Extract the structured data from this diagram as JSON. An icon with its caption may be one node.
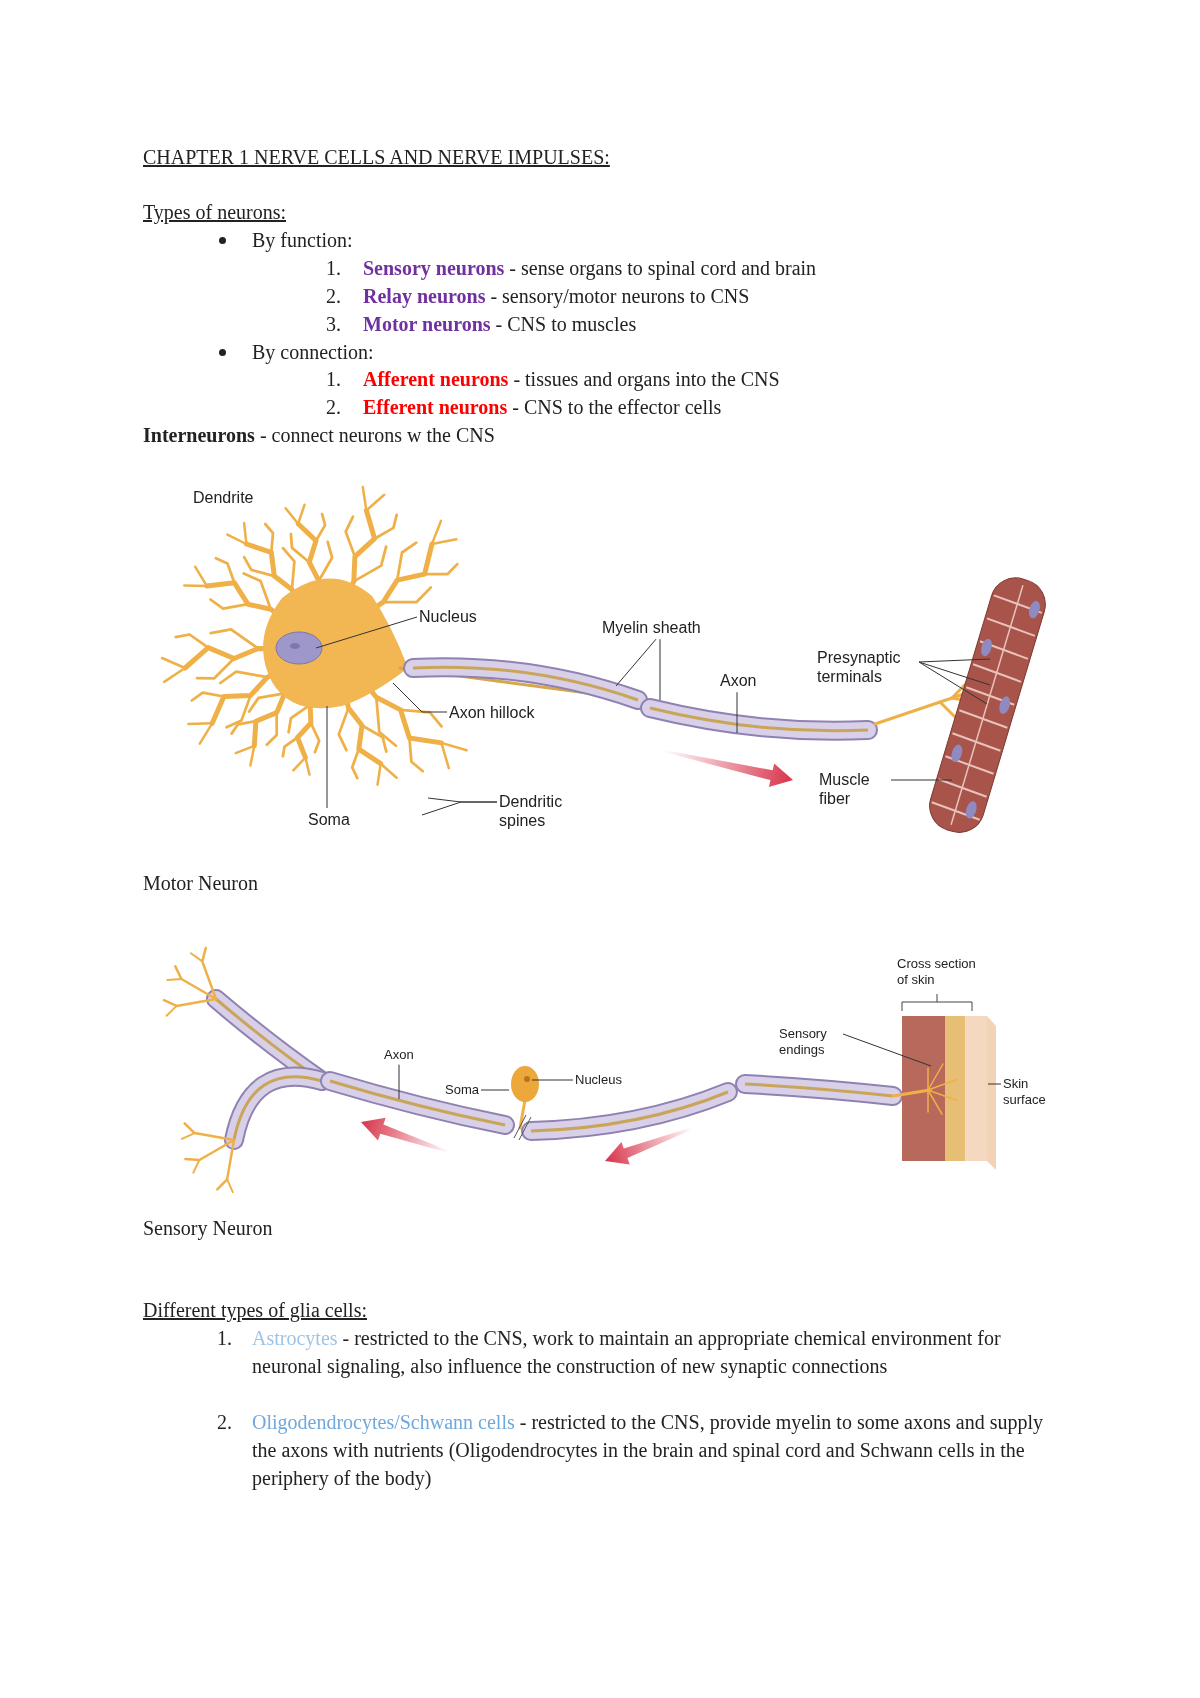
{
  "diagram": {
    "title": "CHAPTER 1 NERVE CELLS AND NERVE IMPULSES:",
    "nodes": [
      {
        "text": [
          "Nucleus"
        ]
      },
      {
        "text": [
          "Myelin sheath"
        ]
      },
      {
        "text": [
          "Presynaptic terminals"
        ]
      },
      {
        "text": [
          "Axon"
        ]
      },
      {
        "text": [
          "Axon hillock"
        ]
      },
      {
        "text": [
          "Muscle fiber"
        ]
      },
      {
        "text": [
          "Soma"
        ]
      },
      {
        "text": [
          "Dendritic spines"
        ]
      },
      {
        "text": [
          "Sensory endings"
        ]
      },
      {
        "text": [
          "Skin surface"
        ]
      },
      {
        "text": [
          "Axon"
        ]
      },
      {
        "text": [
          "Soma"
        ]
      },
      {
        "text": [
          "Nucleus"
        ]
      },
      {
        "text": [],
        "shape": "circle"
      },
      {
        "text": [],
        "shape": "circle",
        "in": 13
      }
    ],
    "edges": [
      {
        "from": 0,
        "to": null,
        "arrow": "none"
      },
      {
        "from": 1,
        "to": null,
        "arrow": "none"
      },
      {
        "from": 1,
        "to": null,
        "arrow": "none"
      },
      {
        "from": 2,
        "to": null,
        "arrow": "none"
      },
      {
        "from": 2,
        "to": null,
        "arrow": "none"
      },
      {
        "from": 2,
        "to": null,
        "arrow": "none"
      },
      {
        "from": 3,
        "to": null,
        "arrow": "none"
      },
      {
        "from": 4,
        "to": null,
        "arrow": "none"
      },
      {
        "from": 5,
        "to": null,
        "arrow": "none"
      },
      {
        "from": 6,
        "to": null,
        "arrow": "none"
      },
      {
        "from": 7,
        "to": null,
        "arrow": "none"
      },
      {
        "from": 7,
        "to": null,
        "arrow": "none"
      },
      {
        "from": 8,
        "to": null,
        "arrow": "none"
      },
      {
        "from": 9,
        "to": null,
        "arrow": "none"
      },
      {
        "from": 10,
        "to": null,
        "arrow": "none"
      },
      {
        "from": 11,
        "to": 13,
        "arrow": "none"
      },
      {
        "from": 12,
        "to": 14,
        "arrow": "none"
      }
    ],
    "labels": [
      "Types of neurons:",
      "By function:",
      "1.",
      "**Sensory neurons** - sense organs to spinal cord and brain",
      "2.",
      "**Relay neurons** - sensory/motor neurons to CNS",
      "3.",
      "**Motor neurons** - CNS to muscles",
      "By connection:",
      "1.",
      "**Afferent neurons** - tissues and organs into the CNS",
      "2.",
      "**Efferent neurons** - CNS to the effector cells",
      "**Interneurons** - connect neurons w the CNS",
      "Dendrite",
      "Motor Neuron",
      "Cross section of skin",
      "Sensory Neuron",
      "Different types of glia cells:",
      "1.",
      "Astrocytes - restricted to the CNS, work to maintain an appropriate chemical environment for neuronal signaling, also influence the construction of new synaptic connections",
      "2.",
      "Oligodendrocytes/Schwann cells - restricted to the CNS, provide myelin to some axons and supply the axons with nutrients (Oligodendrocytes in the brain and spinal cord and Schwann cells in the periphery of the body)"
    ]
  }
}
